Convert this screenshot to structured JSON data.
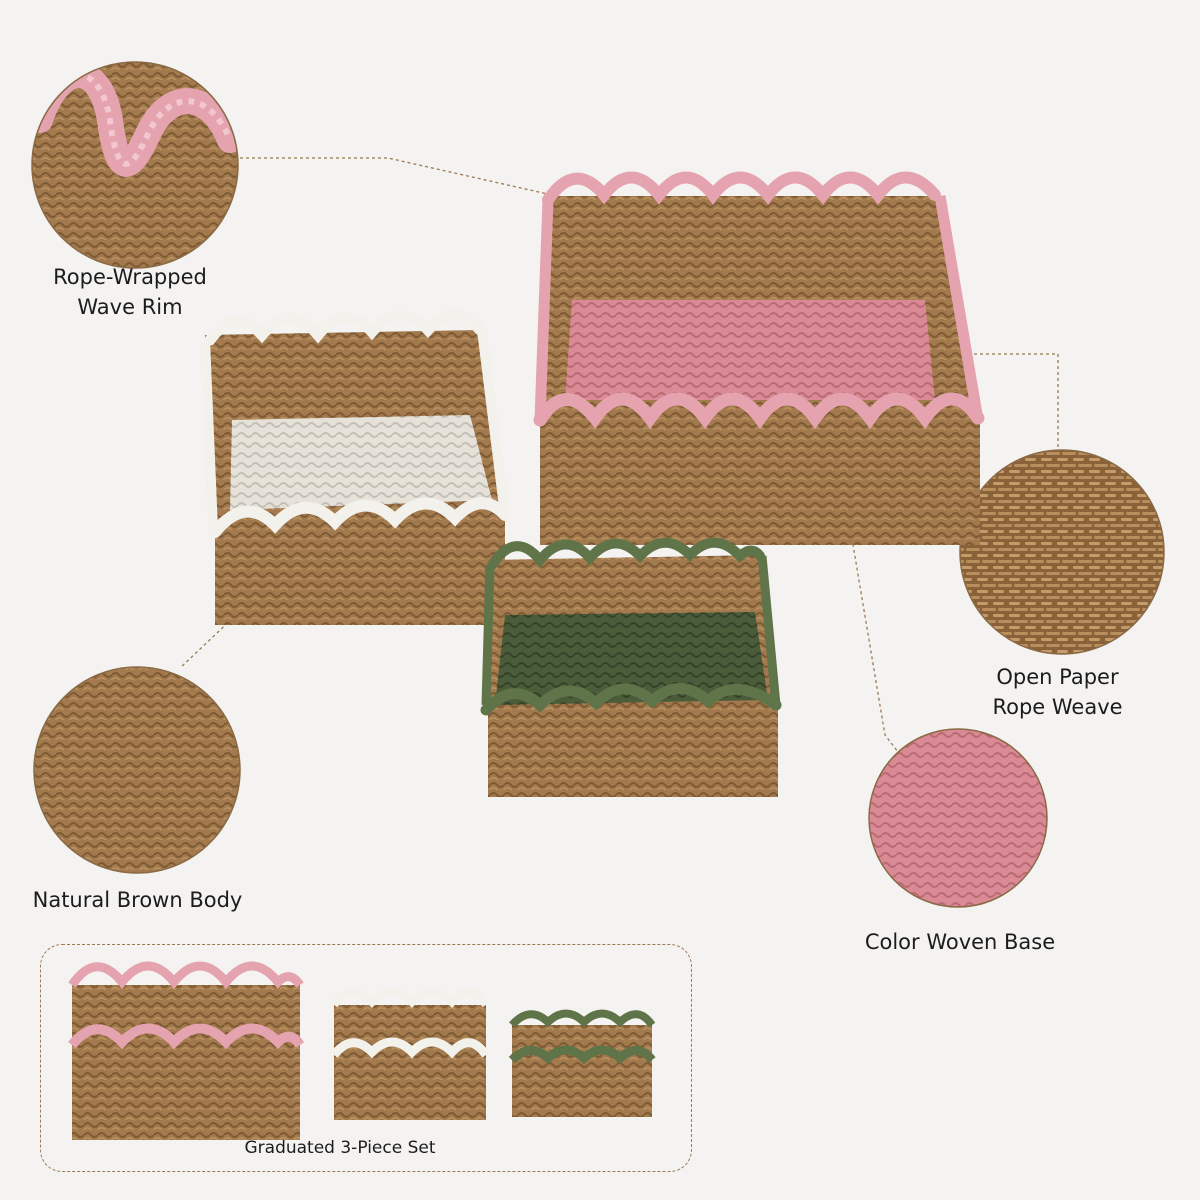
{
  "callouts": {
    "rim": "Rope-Wrapped Wave Rim",
    "weave": "Open Paper Rope Weave",
    "body": "Natural Brown Body",
    "base": "Color Woven Base"
  },
  "set_caption": "Graduated 3-Piece Set",
  "baskets": {
    "large": {
      "rim_color": "#e4a3ae",
      "base_color": "#d98a94"
    },
    "medium": {
      "rim_color": "#f3f1ec",
      "base_color": "#e6e2da"
    },
    "small": {
      "rim_color": "#5f7449",
      "base_color": "#4a5c39"
    }
  },
  "colors": {
    "rope": "#a37a4d",
    "rope_dark": "#7d5a33",
    "leader": "#9a7a52"
  }
}
